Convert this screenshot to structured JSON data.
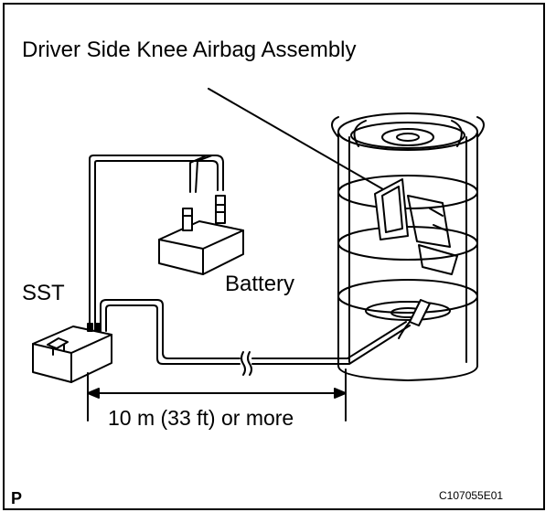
{
  "title": "Driver Side Knee Airbag Assembly",
  "labels": {
    "sst": "SST",
    "battery": "Battery",
    "distance": "10 m (33 ft) or more"
  },
  "footer": {
    "page_mark": "P",
    "figure_code": "C107055E01"
  },
  "colors": {
    "line": "#000000",
    "background": "#ffffff"
  }
}
